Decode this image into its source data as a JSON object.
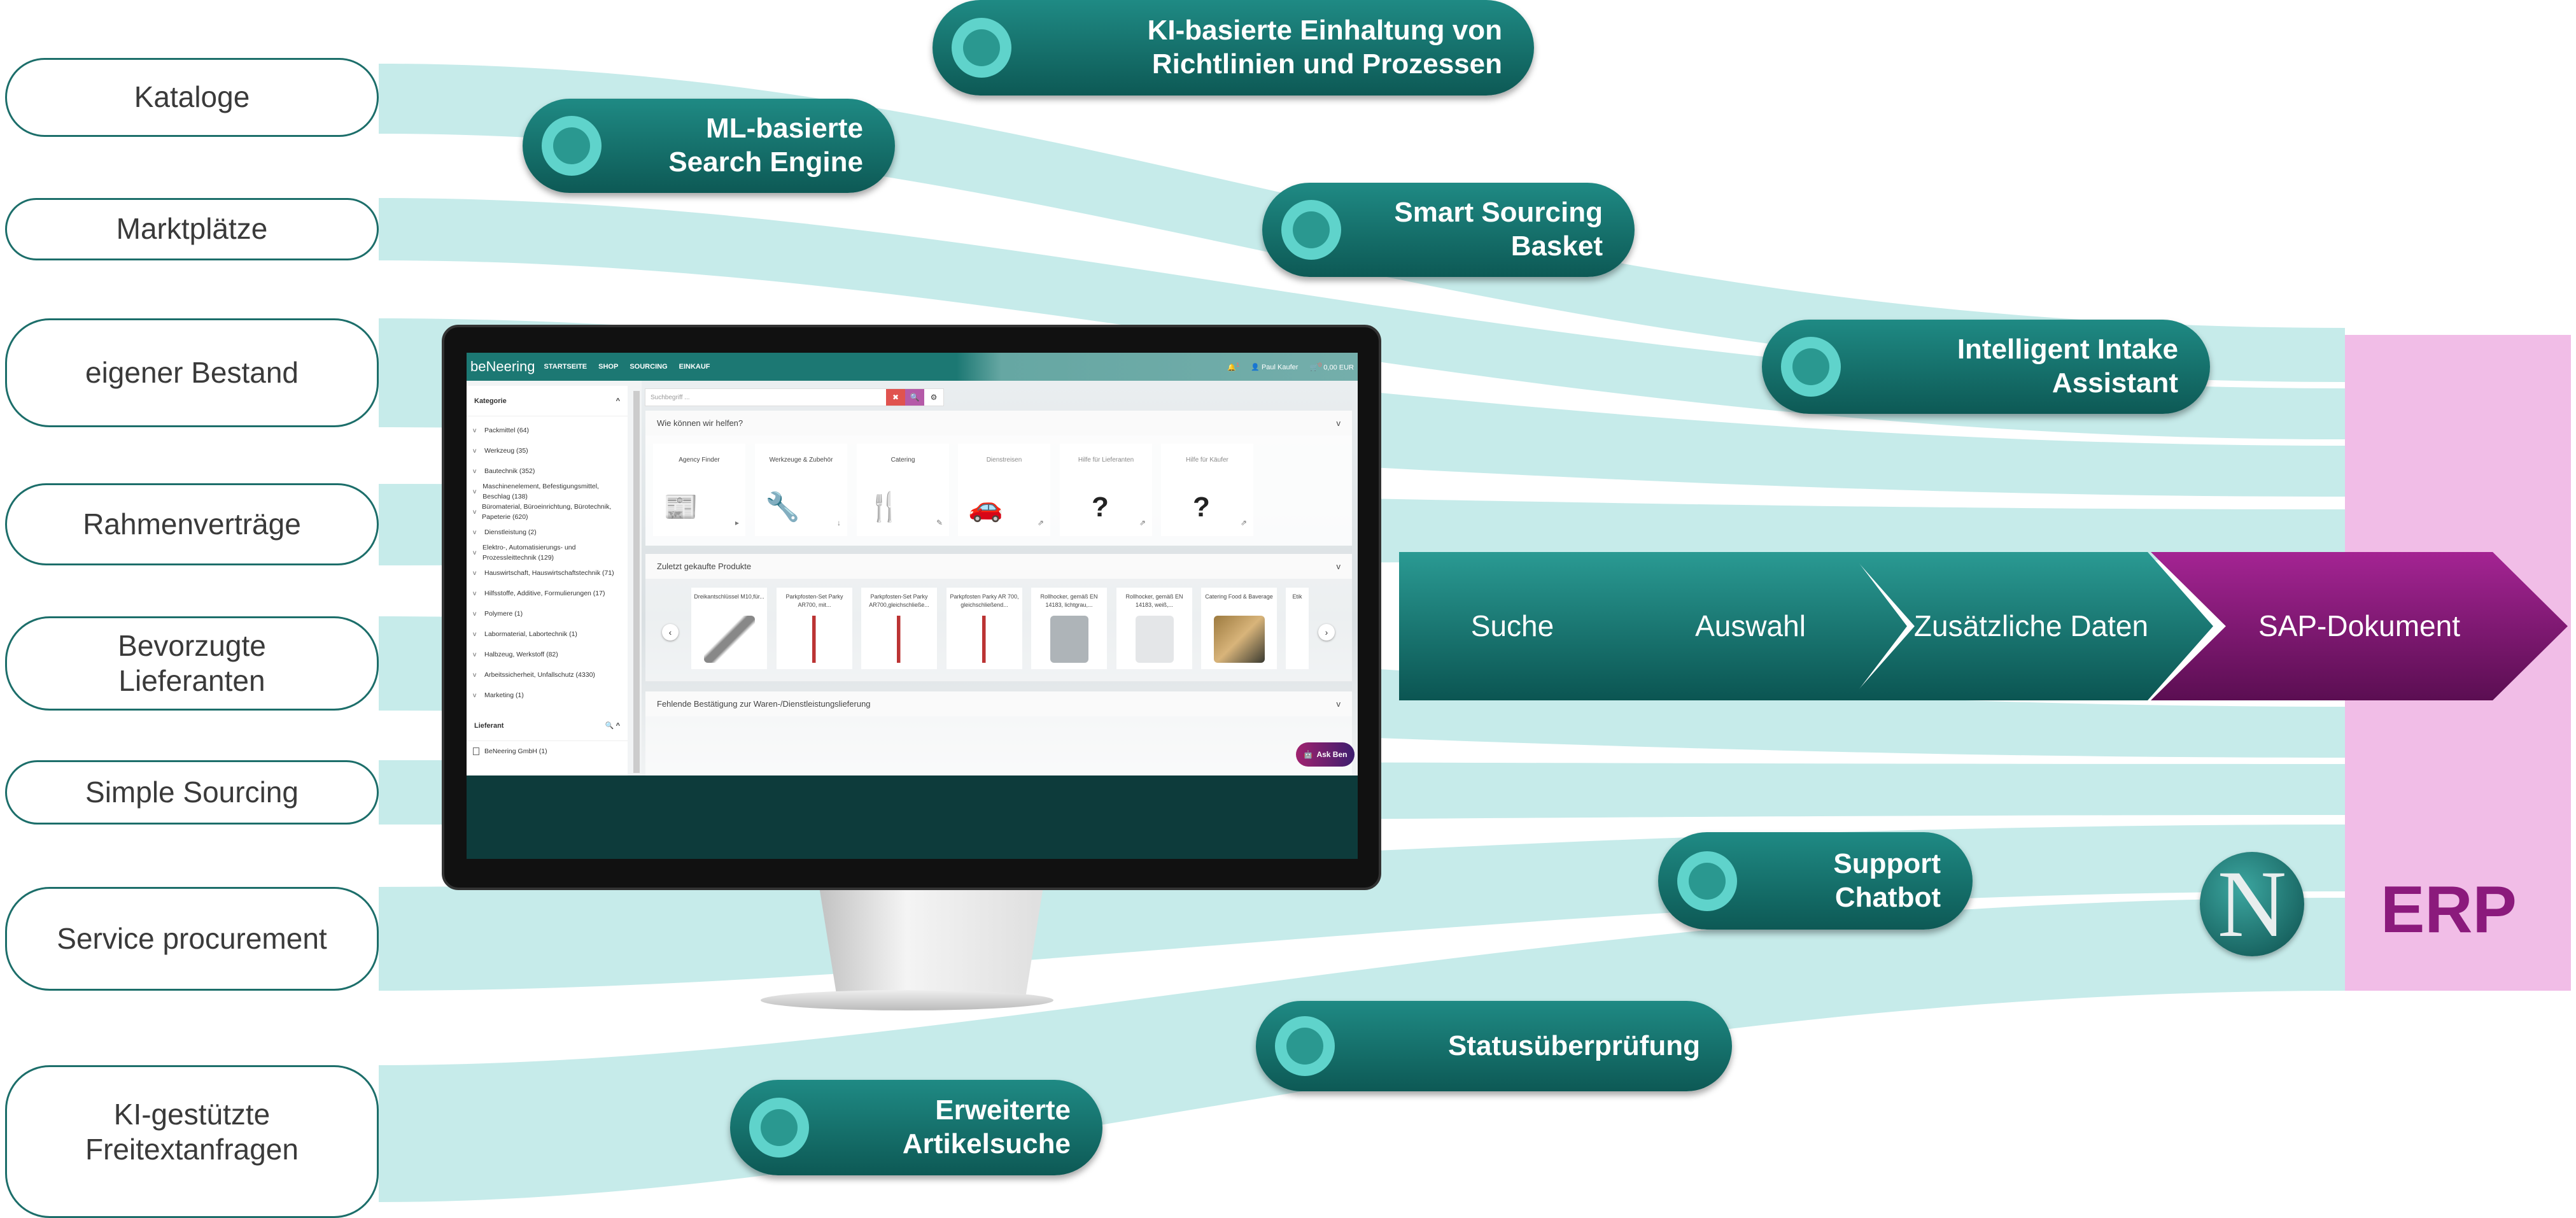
{
  "sources": [
    "Kataloge",
    "Marktplätze",
    "eigener Bestand",
    "Rahmenverträge",
    "Bevorzugte Lieferanten",
    "Simple Sourcing",
    "Service procurement",
    "KI-gestützte Freitextanfragen"
  ],
  "features": {
    "ki_richtlinien": "KI-basierte Einhaltung von Richtlinien und Prozessen",
    "ml_search": "ML-basierte Search Engine",
    "smart_sourcing": "Smart Sourcing Basket",
    "intake": "Intelligent Intake Assistant",
    "chatbot": "Support Chatbot",
    "status": "Statusüberprüfung",
    "artikelsuche": "Erweiterte Artikelsuche"
  },
  "process": [
    "Suche",
    "Auswahl",
    "Zusätzliche Daten",
    "SAP-Dokument"
  ],
  "erp_label": "ERP",
  "colors": {
    "teal": "#1f8a84",
    "purple": "#8b1a7c",
    "erp_bg": "#f1bde7",
    "flow": "#c6ebea"
  },
  "app": {
    "logo": "beNeering",
    "nav": [
      "STARTSEITE",
      "SHOP",
      "SOURCING",
      "EINKAUF"
    ],
    "notif_count": "1",
    "user": "Paul Kaufer",
    "cart_count": "0",
    "cart_total": "0,00 EUR",
    "search_placeholder": "Suchbegriff ...",
    "sidebar": {
      "category_title": "Kategorie",
      "categories": [
        "Packmittel (64)",
        "Werkzeug (35)",
        "Bautechnik (352)",
        "Maschinenelement, Befestigungsmittel, Beschlag (138)",
        "Büromaterial, Büroeinrichtung, Bürotechnik, Papeterie (620)",
        "Dienstleistung (2)",
        "Elektro-, Automatisierungs- und Prozessleittechnik (129)",
        "Hauswirtschaft, Hauswirtschaftstechnik (71)",
        "Hilfsstoffe, Additive, Formulierungen (17)",
        "Polymere (1)",
        "Labormaterial, Labortechnik (1)",
        "Halbzeug, Werkstoff (82)",
        "Arbeitssicherheit, Unfallschutz (4330)",
        "Marketing (1)"
      ],
      "supplier_title": "Lieferant",
      "suppliers": [
        "BeNeering GmbH (1)"
      ]
    },
    "help_title": "Wie können wir helfen?",
    "tiles": [
      "Agency Finder",
      "Werkzeuge & Zubehör",
      "Catering",
      "Dienstreisen",
      "Hilfe für Lieferanten",
      "Hilfe für Käufer"
    ],
    "recent_title": "Zuletzt gekaufte Produkte",
    "products": [
      "Dreikantschlüssel M10,für...",
      "Parkpfosten-Set Parky AR700, mit...",
      "Parkpfosten-Set Parky AR700,gleichschließe...",
      "Parkpfosten Parky AR 700, gleichschließend...",
      "Rollhocker, gemäß EN 14183, lichtgrau,...",
      "Rollhocker, gemäß EN 14183, weiß,...",
      "Catering Food & Baverage",
      "Etik"
    ],
    "missing_title": "Fehlende Bestätigung zur Waren-/Dienstleistungslieferung",
    "ask_ben": "Ask Ben"
  }
}
